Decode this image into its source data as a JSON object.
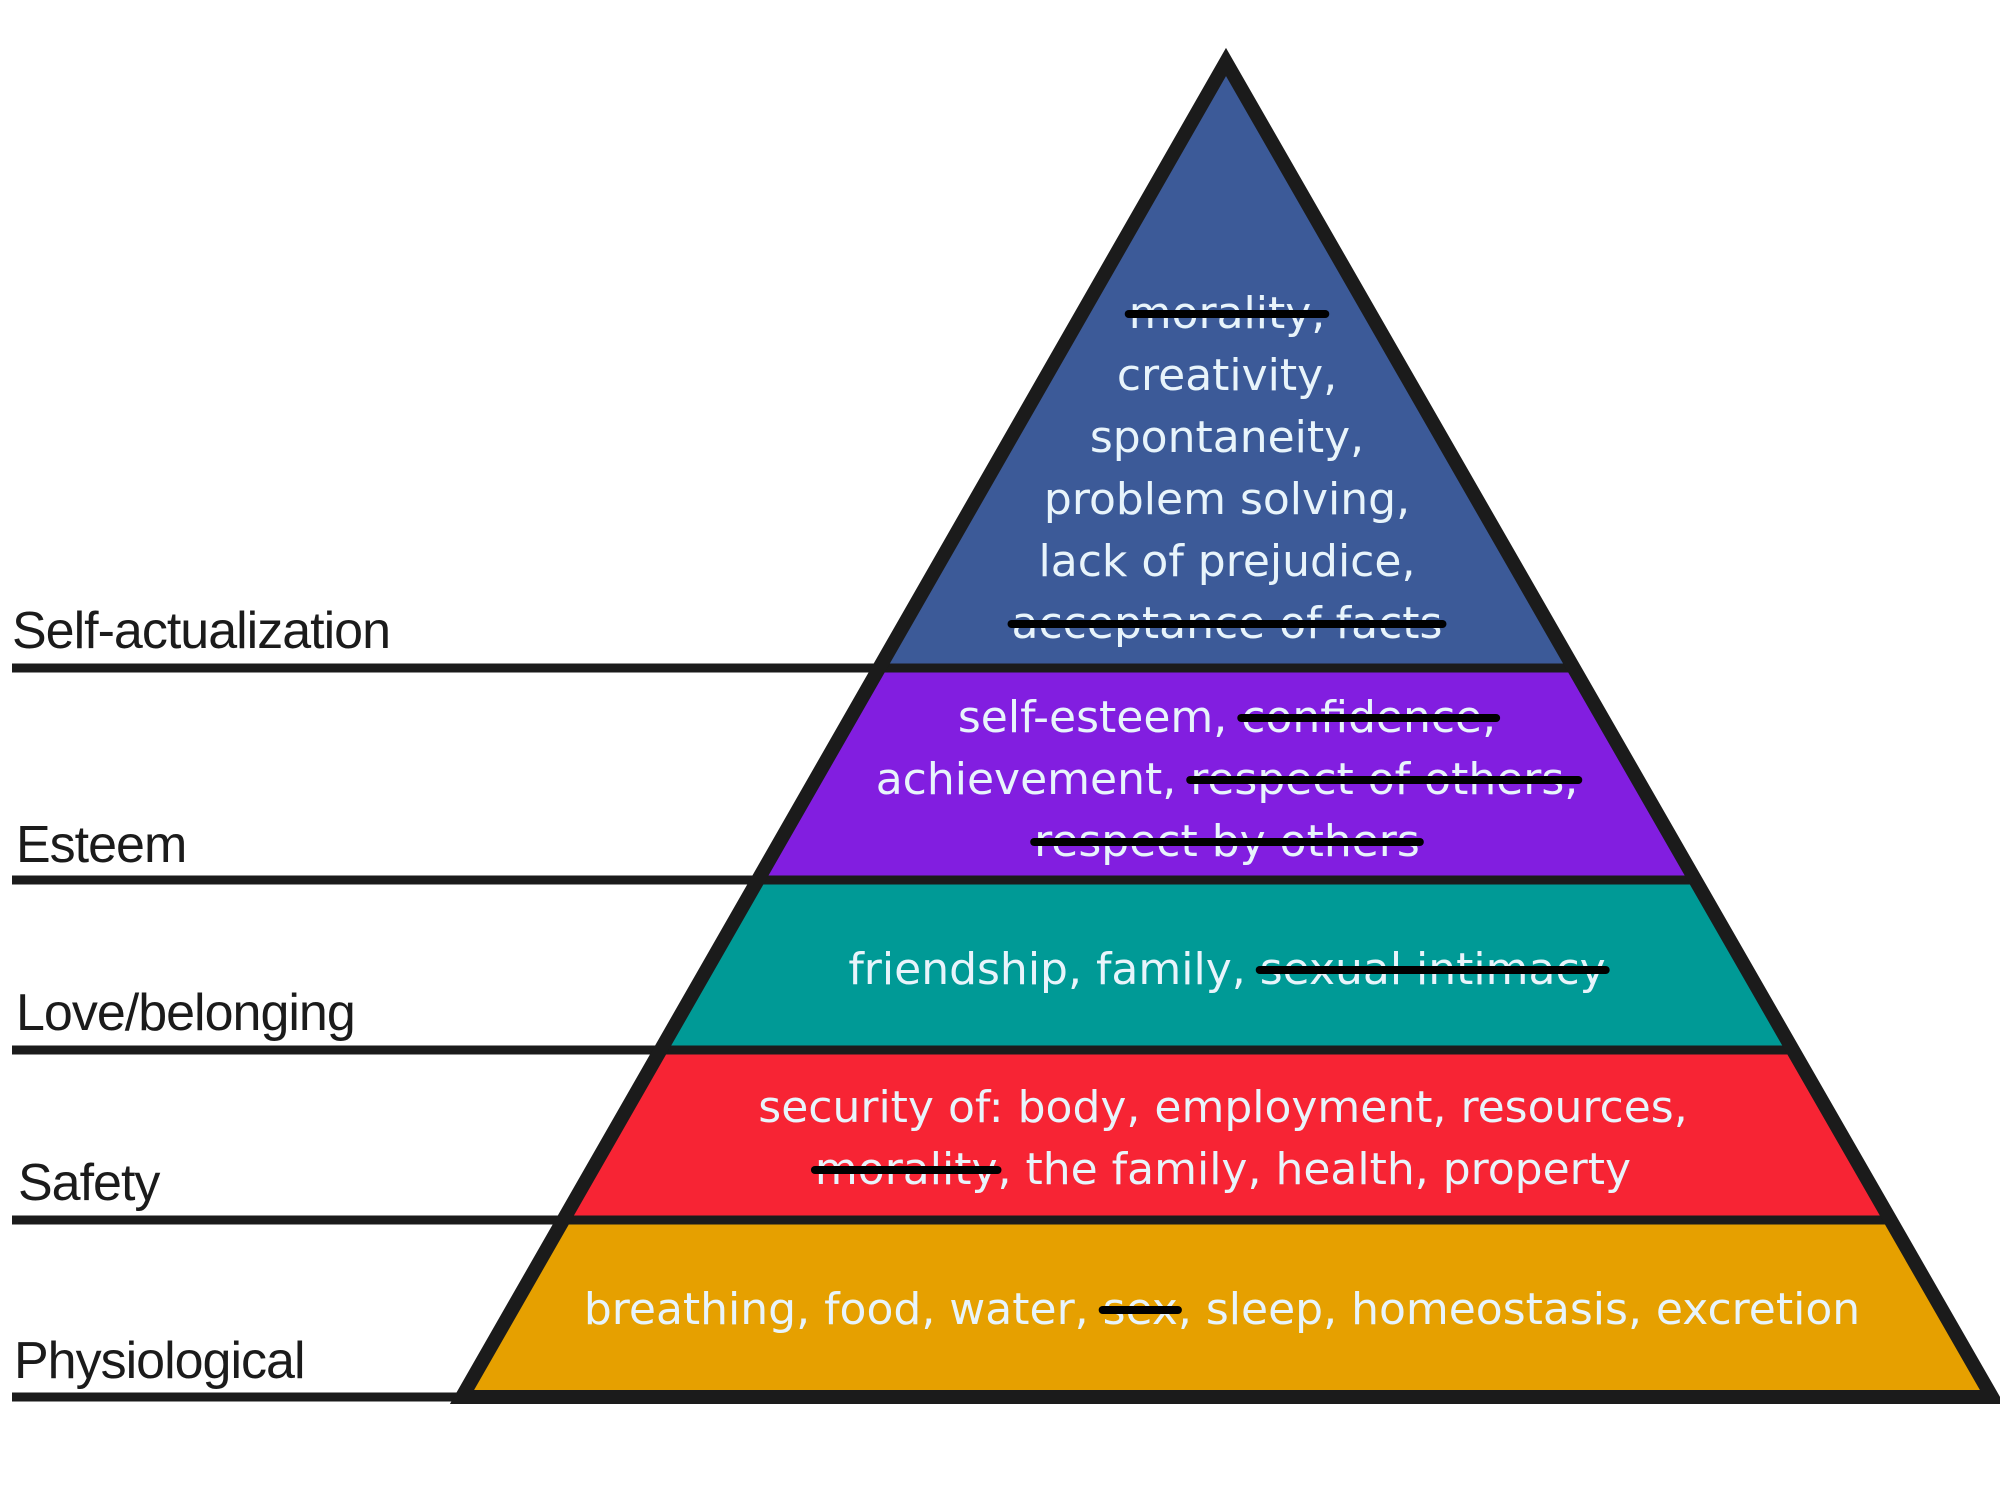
{
  "diagram": {
    "title": "Maslow's hierarchy of needs",
    "outline_color": "#1b1b1b",
    "strike_color": "#000000",
    "text_color": "#e8f4fb",
    "label_color": "#1b1b1b",
    "levels": [
      {
        "name": "Self-actualization",
        "color": "#3c5a98",
        "lines": [
          [
            {
              "text": "morality,",
              "struck": true
            }
          ],
          [
            {
              "text": "creativity,",
              "struck": false
            }
          ],
          [
            {
              "text": "spontaneity,",
              "struck": false
            }
          ],
          [
            {
              "text": "problem solving,",
              "struck": false
            }
          ],
          [
            {
              "text": "lack of prejudice,",
              "struck": false
            }
          ],
          [
            {
              "text": "acceptance of facts",
              "struck": true
            }
          ]
        ]
      },
      {
        "name": "Esteem",
        "color": "#821ee0",
        "lines": [
          [
            {
              "text": "self-esteem, ",
              "struck": false
            },
            {
              "text": "confidence,",
              "struck": true
            }
          ],
          [
            {
              "text": "achievement, ",
              "struck": false
            },
            {
              "text": "respect of others,",
              "struck": true
            }
          ],
          [
            {
              "text": "respect by others",
              "struck": true
            }
          ]
        ]
      },
      {
        "name": "Love/belonging",
        "color": "#009a96",
        "lines": [
          [
            {
              "text": "friendship, family, ",
              "struck": false
            },
            {
              "text": "sexual intimacy",
              "struck": true
            }
          ]
        ]
      },
      {
        "name": "Safety",
        "color": "#f72434",
        "lines": [
          [
            {
              "text": "security of: body, employment, resources,",
              "struck": false
            }
          ],
          [
            {
              "text": "morality",
              "struck": true
            },
            {
              "text": ", the family, health, property",
              "struck": false
            }
          ]
        ]
      },
      {
        "name": "Physiological",
        "color": "#e6a000",
        "lines": [
          [
            {
              "text": "breathing, food, water, ",
              "struck": false
            },
            {
              "text": "sex",
              "struck": true
            },
            {
              "text": ", sleep, homeostasis, excretion",
              "struck": false
            }
          ]
        ]
      }
    ]
  }
}
